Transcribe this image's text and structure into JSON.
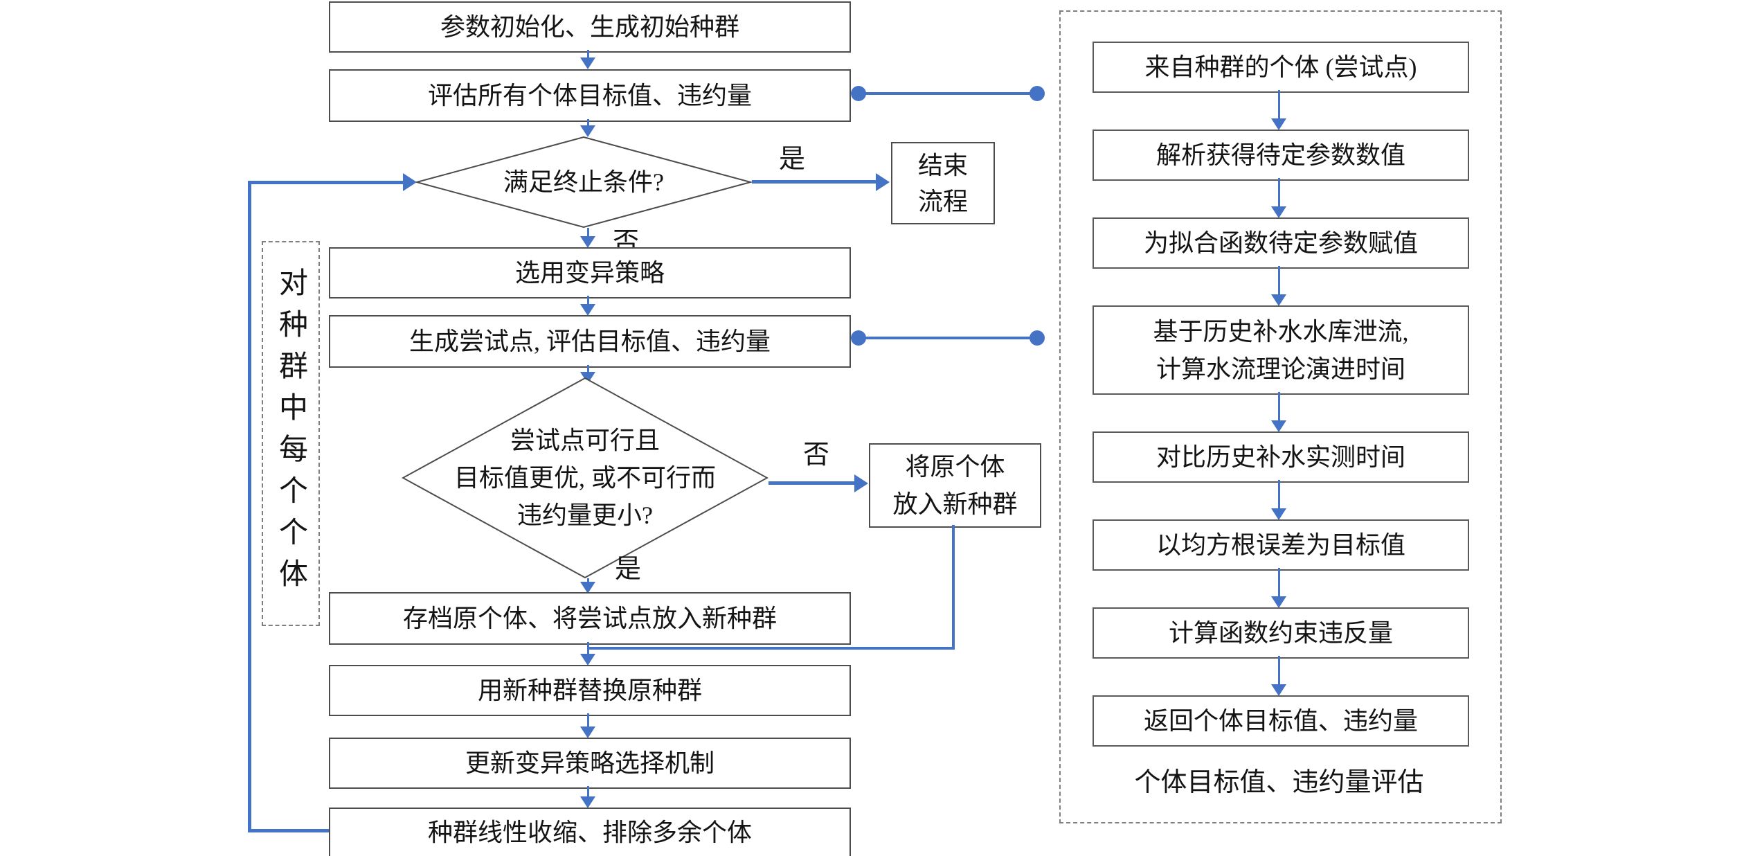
{
  "colors": {
    "arrow_blue": "#4472C4",
    "box_border": "#4d4d4d",
    "dashed_border": "#7f7f7f",
    "text": "#141414"
  },
  "main_flow": {
    "step_init": "参数初始化、生成初始种群",
    "step_evaluate_all": "评估所有个体目标值、违约量",
    "decision_terminate": "满足终止条件?",
    "yes_label": "是",
    "no_label": "否",
    "end_box": "结束\n流程",
    "step_mutation": "选用变异策略",
    "step_trial": "生成尝试点, 评估目标值、违约量",
    "decision_trial": "尝试点可行且\n目标值更优, 或不可行而\n违约量更小?",
    "trial_no_label": "否",
    "trial_yes_label": "是",
    "no_branch_box": "将原个体\n放入新种群",
    "step_archive": "存档原个体、将尝试点放入新种群",
    "step_replace": "用新种群替换原种群",
    "step_update": "更新变异策略选择机制",
    "step_shrink": "种群线性收缩、排除多余个体",
    "loop_scope_label": "对种群中每个个体"
  },
  "eval_panel": {
    "steps": [
      "来自种群的个体 (尝试点)",
      "解析获得待定参数数值",
      "为拟合函数待定参数赋值",
      "基于历史补水水库泄流,\n计算水流理论演进时间",
      "对比历史补水实测时间",
      "以均方根误差为目标值",
      "计算函数约束违反量",
      "返回个体目标值、违约量"
    ],
    "caption": "个体目标值、违约量评估"
  }
}
